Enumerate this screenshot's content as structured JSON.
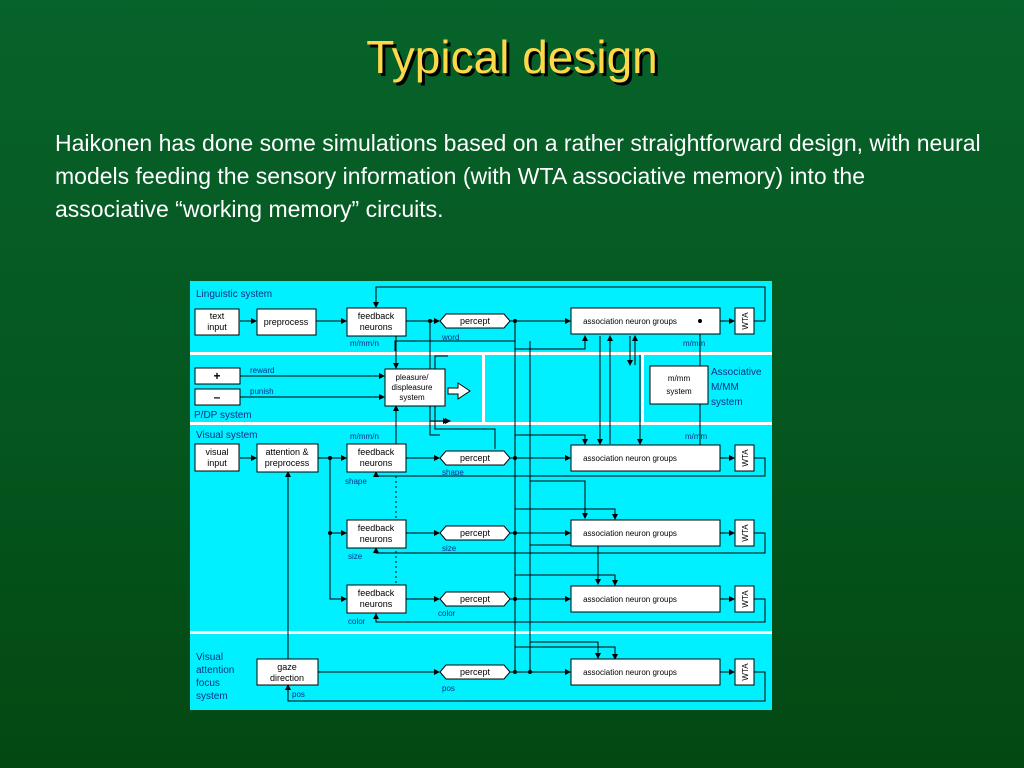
{
  "slide": {
    "title": "Typical design",
    "body": "Haikonen has done some simulations based on a rather straightforward design, with neural models feeding the sensory information (with WTA associative memory) into the associative “working memory” circuits."
  },
  "diagram": {
    "colors": {
      "panel": "#00f0ff",
      "box": "#ffffff",
      "line": "#000000",
      "label": "#0a2f8c",
      "divider": "#ffffff"
    },
    "sections": {
      "linguistic": "Linguistic system",
      "pdp": "P/DP system",
      "visual": "Visual system",
      "attention_l1": "Visual",
      "attention_l2": "attention",
      "attention_l3": "focus",
      "attention_l4": "system",
      "assoc_l1": "Associative",
      "assoc_l2": "M/MM",
      "assoc_l3": "system"
    },
    "boxes": {
      "text_input_l1": "text",
      "text_input_l2": "input",
      "preprocess": "preprocess",
      "feedback_l1": "feedback",
      "feedback_l2": "neurons",
      "percept": "percept",
      "assoc_groups": "association neuron groups",
      "wta": "WTA",
      "plus": "+",
      "minus": "–",
      "pleasure_l1": "pleasure/",
      "pleasure_l2": "displeasure",
      "pleasure_l3": "system",
      "mmm_l1": "m/mm",
      "mmm_l2": "system",
      "visual_input_l1": "visual",
      "visual_input_l2": "input",
      "attention_pre_l1": "attention &",
      "attention_pre_l2": "preprocess",
      "gaze_l1": "gaze",
      "gaze_l2": "direction"
    },
    "labels": {
      "word": "word",
      "mmmn": "m/mm/n",
      "mmm": "m/mm",
      "reward": "reward",
      "punish": "punish",
      "shape": "shape",
      "size": "size",
      "color": "color",
      "pos": "pos"
    }
  }
}
